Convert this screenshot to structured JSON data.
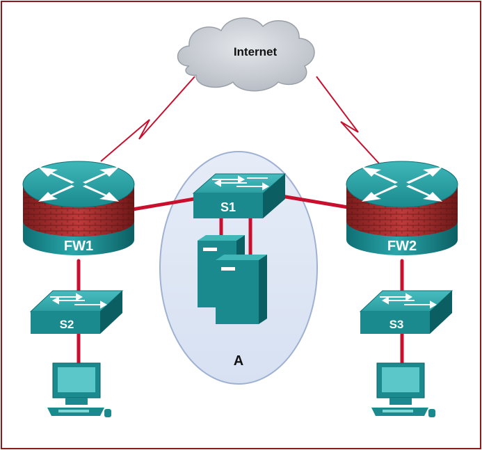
{
  "diagram": {
    "internet_label": "Internet",
    "fw1_label": "FW1",
    "fw2_label": "FW2",
    "s1_label": "S1",
    "s2_label": "S2",
    "s3_label": "S3",
    "zone_label": "A"
  },
  "colors": {
    "frame": "#8b1a1a",
    "link": "#c8102e",
    "device_teal": "#1a8a8e",
    "zone_fill": "#dfe7f5",
    "cloud_fill": "#cfd3d9",
    "firewall_brick": "#b03030"
  },
  "icons": [
    "cloud-icon",
    "router-firewall-icon",
    "switch-icon",
    "server-icon",
    "pc-icon"
  ]
}
